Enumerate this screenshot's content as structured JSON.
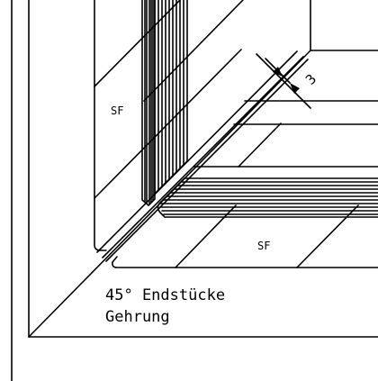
{
  "drawing": {
    "label_sf_vertical": "SF",
    "label_sf_horizontal": "SF",
    "dimension_value": "3",
    "caption_line_1": "45° Endstücke",
    "caption_line_2": "Gehrung"
  }
}
